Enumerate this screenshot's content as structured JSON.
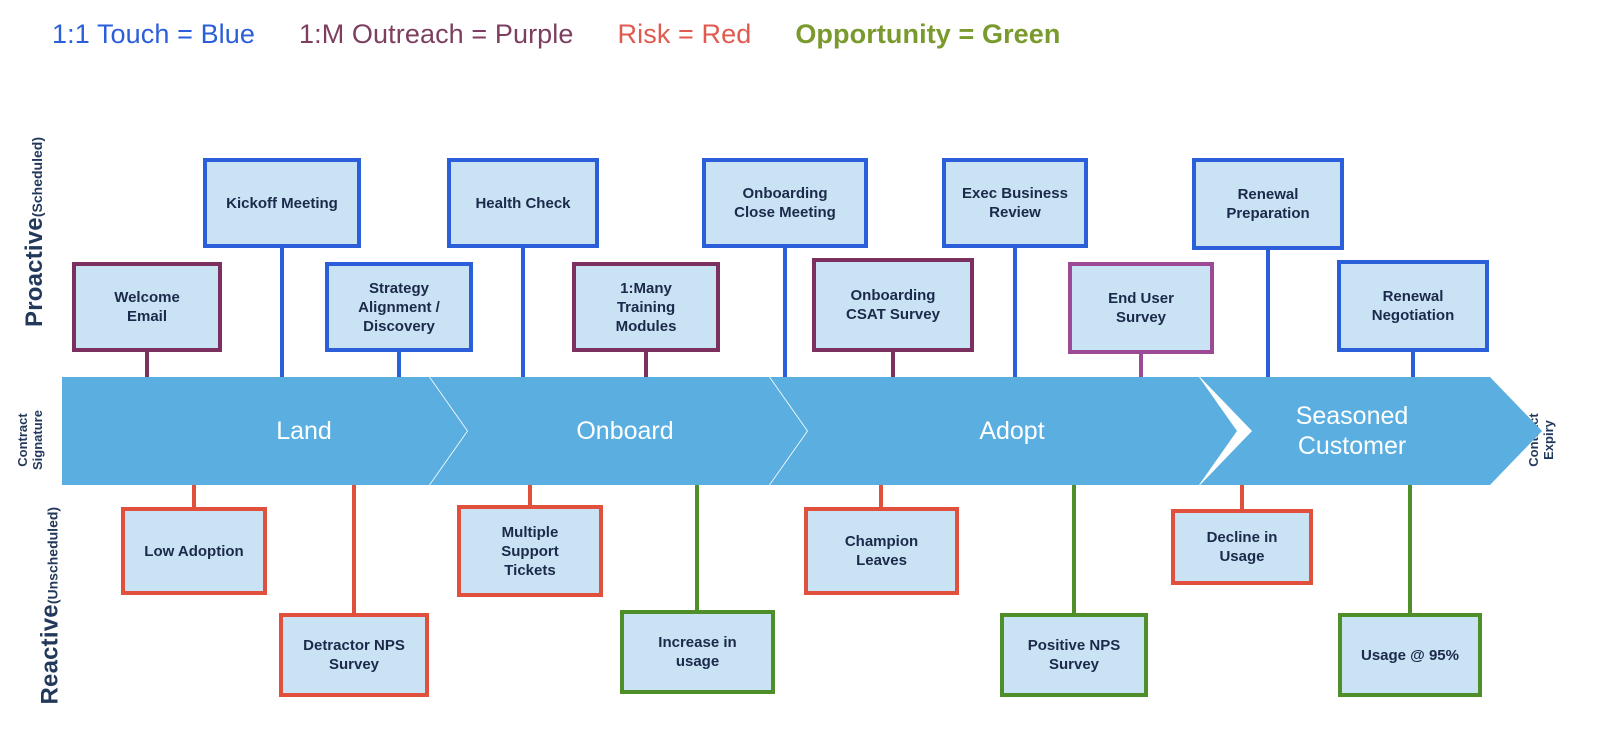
{
  "legend": {
    "items": [
      {
        "text": "1:1 Touch = Blue",
        "color": "#2b5fd9",
        "name": "legend-one-to-one-touch"
      },
      {
        "text": "1:M Outreach = Purple",
        "color": "#7d3f60",
        "name": "legend-one-to-many-outreach"
      },
      {
        "text": "Risk = Red",
        "color": "#e05a4f",
        "name": "legend-risk"
      },
      {
        "text": "Opportunity = Green",
        "color": "#7a9a2e",
        "name": "legend-opportunity"
      }
    ]
  },
  "axis": {
    "proactive_title": "Proactive",
    "proactive_sub": "(Scheduled)",
    "reactive_title": "Reactive",
    "reactive_sub": "(Unscheduled)",
    "contract_signature": "Contract\nSignature",
    "contract_expiry": "Contract\nExpiry"
  },
  "band": {
    "fill": "#5bafe0",
    "stages": [
      {
        "label": "Land",
        "name": "stage-land"
      },
      {
        "label": "Onboard",
        "name": "stage-onboard"
      },
      {
        "label": "Adopt",
        "name": "stage-adopt"
      },
      {
        "label": "Seasoned\nCustomer",
        "name": "stage-seasoned-customer"
      }
    ]
  },
  "colors": {
    "blue": "#2b5fd9",
    "purple_dark": "#7b3060",
    "purple_light": "#9c4a93",
    "red": "#e0503d",
    "green": "#4f8f2a",
    "box_fill": "#c9e2f4",
    "band_fill": "#5bafe0",
    "text": "#1b2a4a"
  },
  "proactive_nodes": [
    {
      "label": "Kickoff Meeting",
      "type": "blue",
      "name": "node-kickoff-meeting"
    },
    {
      "label": "Health Check",
      "type": "blue",
      "name": "node-health-check"
    },
    {
      "label": "Onboarding\nClose Meeting",
      "type": "blue",
      "name": "node-onboarding-close-meeting"
    },
    {
      "label": "Exec Business\nReview",
      "type": "blue",
      "name": "node-exec-business-review"
    },
    {
      "label": "Renewal\nPreparation",
      "type": "blue",
      "name": "node-renewal-preparation"
    },
    {
      "label": "Welcome\nEmail",
      "type": "purple_dark",
      "name": "node-welcome-email"
    },
    {
      "label": "Strategy\nAlignment /\nDiscovery",
      "type": "blue",
      "name": "node-strategy-alignment-discovery"
    },
    {
      "label": "1:Many\nTraining\nModules",
      "type": "purple_dark",
      "name": "node-one-to-many-training-modules"
    },
    {
      "label": "Onboarding\nCSAT Survey",
      "type": "purple_dark",
      "name": "node-onboarding-csat-survey"
    },
    {
      "label": "End User\nSurvey",
      "type": "purple_light",
      "name": "node-end-user-survey"
    },
    {
      "label": "Renewal\nNegotiation",
      "type": "blue",
      "name": "node-renewal-negotiation"
    }
  ],
  "reactive_nodes": [
    {
      "label": "Low Adoption",
      "type": "red",
      "name": "node-low-adoption"
    },
    {
      "label": "Multiple\nSupport\nTickets",
      "type": "red",
      "name": "node-multiple-support-tickets"
    },
    {
      "label": "Champion\nLeaves",
      "type": "red",
      "name": "node-champion-leaves"
    },
    {
      "label": "Decline in\nUsage",
      "type": "red",
      "name": "node-decline-in-usage"
    },
    {
      "label": "Detractor NPS\nSurvey",
      "type": "red",
      "name": "node-detractor-nps-survey"
    },
    {
      "label": "Increase in\nusage",
      "type": "green",
      "name": "node-increase-in-usage"
    },
    {
      "label": "Positive NPS\nSurvey",
      "type": "green",
      "name": "node-positive-nps-survey"
    },
    {
      "label": "Usage @ 95%",
      "type": "green",
      "name": "node-usage-at-95-percent"
    }
  ]
}
